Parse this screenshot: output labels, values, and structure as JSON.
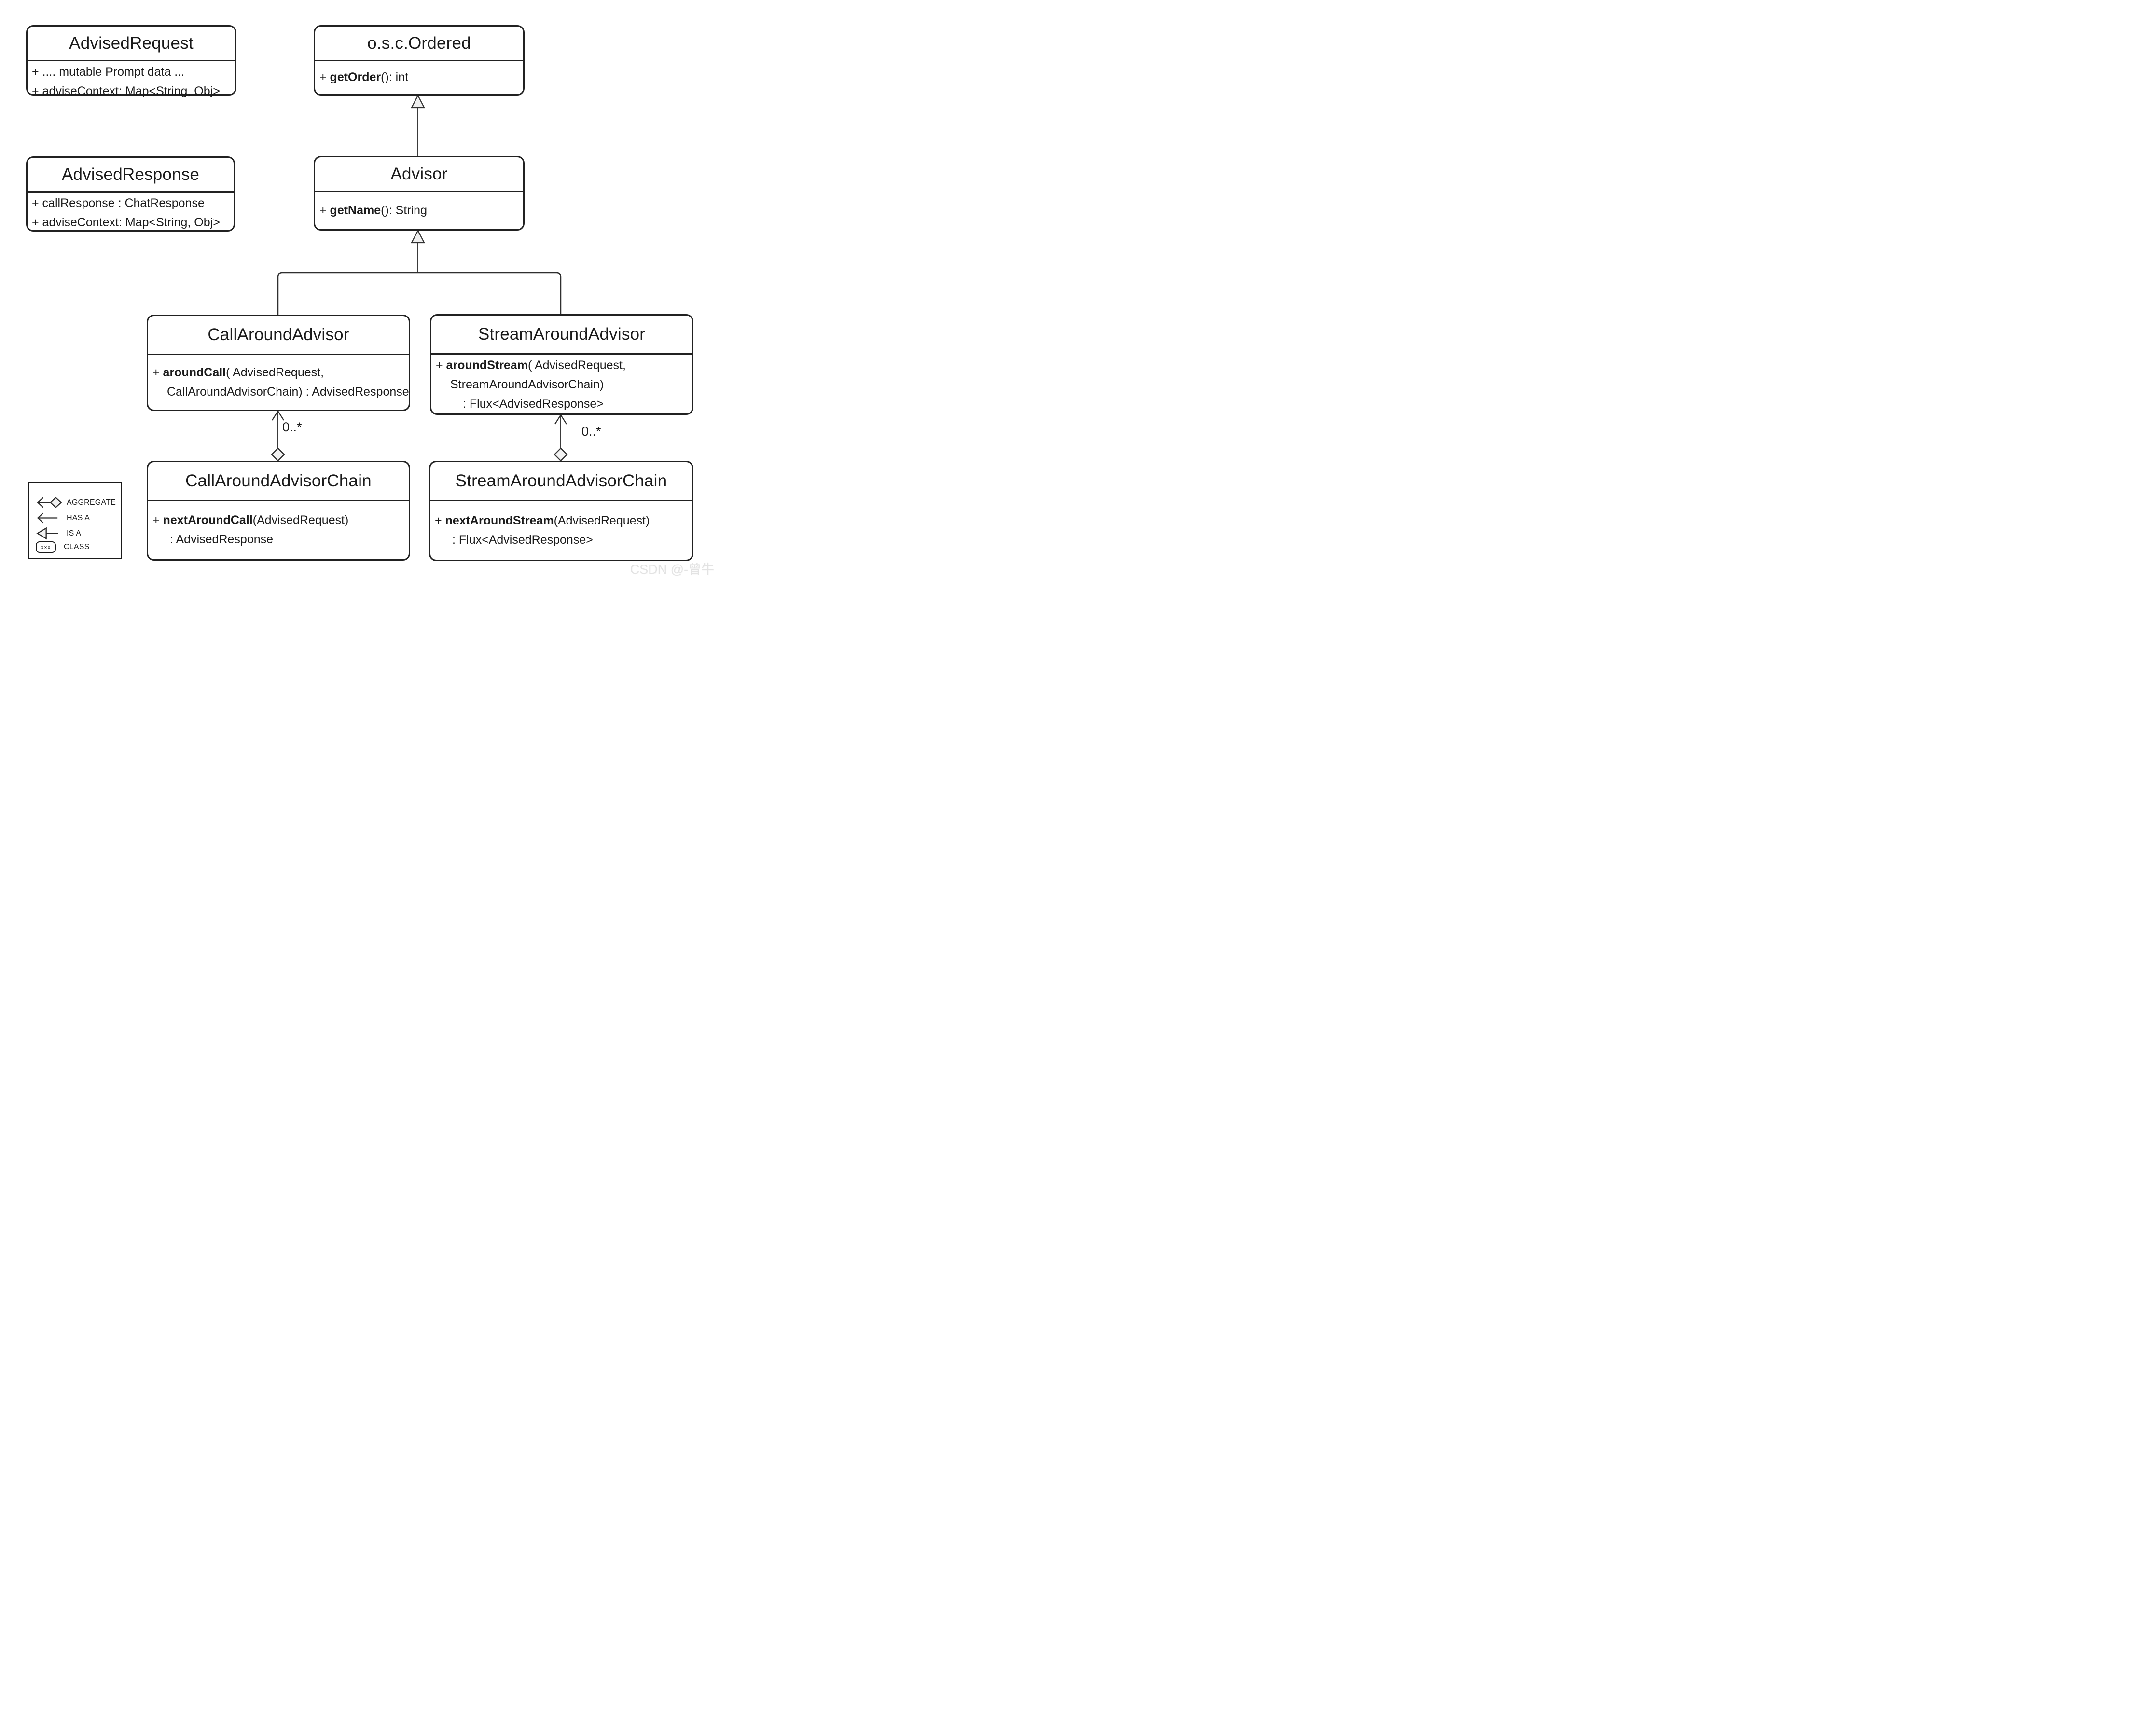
{
  "classes": {
    "advised_request": {
      "title": "AdvisedRequest",
      "lines": [
        {
          "pre": "+ .... mutable Prompt data ...",
          "bold": "",
          "post": ""
        },
        {
          "pre": "+ adviseContext: Map<String, Obj>",
          "bold": "",
          "post": ""
        }
      ]
    },
    "ordered": {
      "title": "o.s.c.Ordered",
      "lines": [
        {
          "pre": "+ ",
          "bold": "getOrder",
          "post": "(): int"
        }
      ]
    },
    "advised_response": {
      "title": "AdvisedResponse",
      "lines": [
        {
          "pre": "+ callResponse : ChatResponse",
          "bold": "",
          "post": ""
        },
        {
          "pre": "+ adviseContext: Map<String, Obj>",
          "bold": "",
          "post": ""
        }
      ]
    },
    "advisor": {
      "title": "Advisor",
      "lines": [
        {
          "pre": "+ ",
          "bold": "getName",
          "post": "(): String"
        }
      ]
    },
    "call_around_advisor": {
      "title": "CallAroundAdvisor",
      "lines": [
        {
          "pre": "+ ",
          "bold": "aroundCall",
          "post": "( AdvisedRequest,"
        },
        {
          "pre": "CallAroundAdvisorChain) : AdvisedResponse",
          "bold": "",
          "post": ""
        }
      ]
    },
    "stream_around_advisor": {
      "title": "StreamAroundAdvisor",
      "lines": [
        {
          "pre": "+ ",
          "bold": "aroundStream",
          "post": "( AdvisedRequest,"
        },
        {
          "pre": "StreamAroundAdvisorChain)",
          "bold": "",
          "post": ""
        },
        {
          "pre": ": Flux<AdvisedResponse>",
          "bold": "",
          "post": ""
        }
      ]
    },
    "call_around_advisor_chain": {
      "title": "CallAroundAdvisorChain",
      "lines": [
        {
          "pre": "+ ",
          "bold": "nextAroundCall",
          "post": "(AdvisedRequest)"
        },
        {
          "pre": ": AdvisedResponse",
          "bold": "",
          "post": ""
        }
      ]
    },
    "stream_around_advisor_chain": {
      "title": "StreamAroundAdvisorChain",
      "lines": [
        {
          "pre": "+ ",
          "bold": "nextAroundStream",
          "post": "(AdvisedRequest)"
        },
        {
          "pre": ": Flux<AdvisedResponse>",
          "bold": "",
          "post": ""
        }
      ]
    }
  },
  "relations": {
    "call_aggregate_label": "0..*",
    "stream_aggregate_label": "0..*"
  },
  "legend": {
    "items": [
      {
        "label": "AGGREGATE"
      },
      {
        "label": "HAS A"
      },
      {
        "label": "IS A"
      },
      {
        "label": "CLASS",
        "box_text": "xxx"
      }
    ]
  },
  "watermark": "CSDN @-曾牛",
  "colors": {
    "line": "#2f2f2f",
    "shape_fill": "#f1f1f1",
    "text": "#1a1a1a",
    "watermark_text": "#e3e3e3"
  }
}
